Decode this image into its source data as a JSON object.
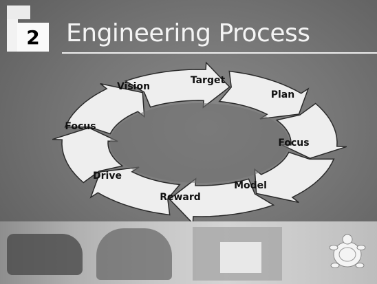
{
  "slide": {
    "number": "2",
    "title": "Engineering Process"
  },
  "cycle": {
    "steps": [
      "Target",
      "Plan",
      "Focus",
      "Model",
      "Reward",
      "Drive",
      "Focus",
      "Vision"
    ]
  },
  "decor": {
    "photo_strip": "photo-collage",
    "logo": "turtle-logo"
  }
}
